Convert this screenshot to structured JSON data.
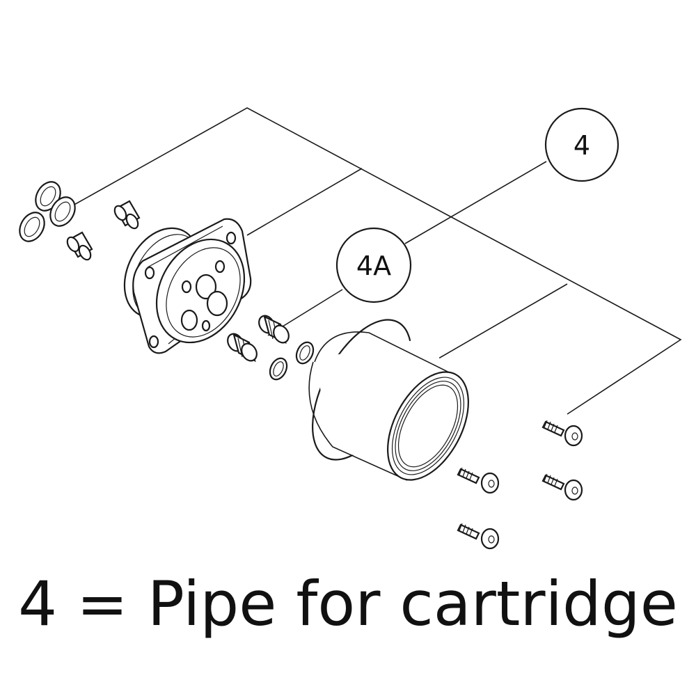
{
  "callouts": {
    "balloon_4": "4",
    "balloon_4a": "4A"
  },
  "caption": "4 = Pipe for cartridge"
}
